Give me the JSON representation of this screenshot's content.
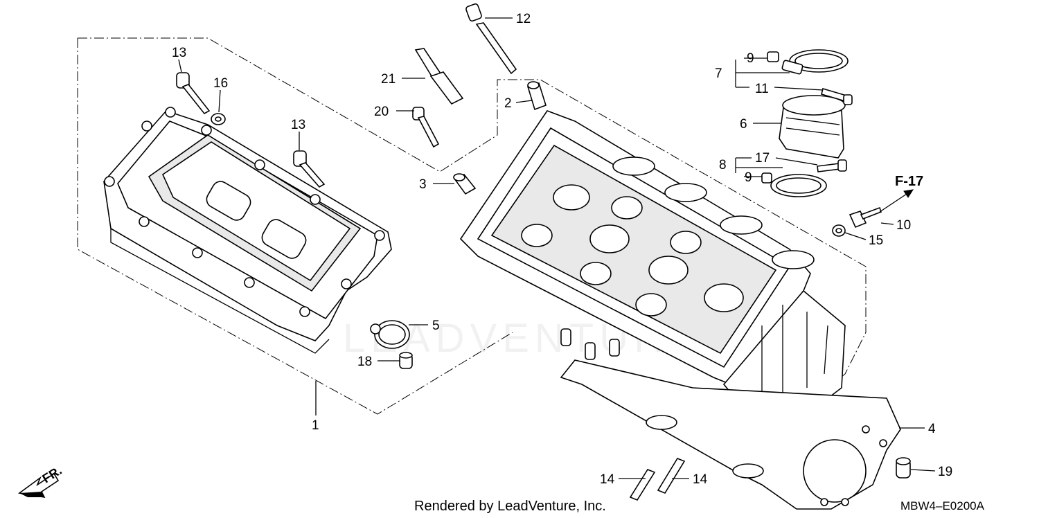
{
  "diagram": {
    "callouts": {
      "c1": "1",
      "c2": "2",
      "c3": "3",
      "c4": "4",
      "c5": "5",
      "c6": "6",
      "c7": "7",
      "c8": "8",
      "c9a": "9",
      "c9b": "9",
      "c10": "10",
      "c11": "11",
      "c12": "12",
      "c13a": "13",
      "c13b": "13",
      "c14a": "14",
      "c14b": "14",
      "c15": "15",
      "c16": "16",
      "c17": "17",
      "c18": "18",
      "c19": "19",
      "c20": "20",
      "c21": "21"
    },
    "reference_label": "F-17",
    "front_indicator": "FR.",
    "watermark": "LEADVENTURE",
    "footer_text": "Rendered by LeadVenture, Inc.",
    "diagram_code": "MBW4–E0200A"
  }
}
